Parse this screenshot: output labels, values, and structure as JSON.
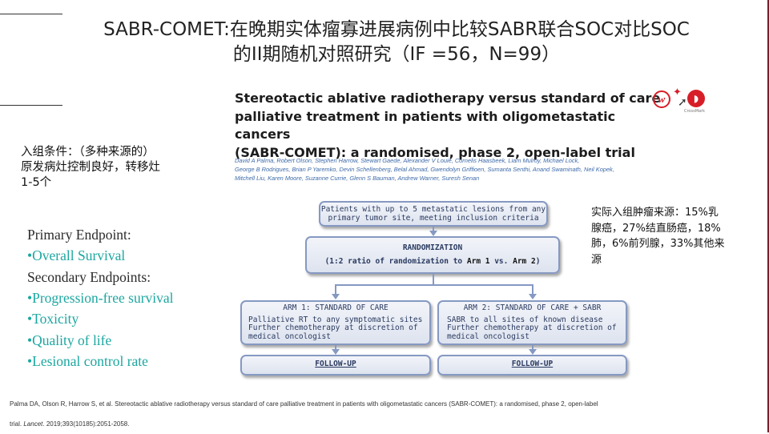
{
  "title": {
    "line1": "SABR-COMET:在晚期实体瘤寡进展病例中比较SABR联合SOC对比SOC",
    "line2": "的II期随机对照研究（IF =56，N=99）"
  },
  "inclusion": {
    "line1": "入组条件：（多种来源的）",
    "line2": "原发病灶控制良好，转移灶",
    "line3": "1-5个"
  },
  "endpoints": {
    "primary_heading": "Primary Endpoint:",
    "primary_items": [
      "•Overall Survival"
    ],
    "secondary_heading": "Secondary Endpoints:",
    "secondary_items": [
      "•Progression-free survival",
      "•Toxicity",
      "•Quality of life",
      "•Lesional control rate"
    ]
  },
  "paper": {
    "title_line1": "Stereotactic ablative radiotherapy versus standard of care",
    "title_line2": "palliative treatment in patients with oligometastatic cancers",
    "title_line3": "(SABR-COMET): a randomised, phase 2, open-label trial",
    "authors_line1": "David A Palma, Robert Olson, Stephen Harrow, Stewart Gaede, Alexander V Louie, Cornelis Haasbeek, Liam Mulroy, Michael Lock,",
    "authors_line2": "George B Rodrigues, Brian P Yaremko, Devin Schellenberg, Belal Ahmad, Gwendolyn Griffioen, Sumanta Senthi, Anand Swaminath, Neil Kopek,",
    "authors_line3": "Mitchell Liu, Karen Moore, Suzanne Currie, Glenn S Bauman, Andrew Warner, Suresh Senan",
    "crossmark_label": "CrossMark"
  },
  "flowchart": {
    "patients_line1": "Patients with up to 5 metastatic lesions from any",
    "patients_line2": "primary tumor site, meeting inclusion criteria",
    "randomization_title": "RANDOMIZATION",
    "randomization_pre": "(1:2 ratio of randomization to ",
    "randomization_arm1": "Arm 1",
    "randomization_mid": " vs. ",
    "randomization_arm2": "Arm 2",
    "randomization_post": ")",
    "arm1_title": "ARM 1: STANDARD OF CARE",
    "arm1_line1": "Palliative RT to any symptomatic sites",
    "arm1_line2": "Further chemotherapy at discretion of",
    "arm1_line3": "medical oncologist",
    "arm2_title": "ARM 2: STANDARD OF CARE + SABR",
    "arm2_line1": "SABR to all sites of known disease",
    "arm2_line2": "Further chemotherapy at discretion of",
    "arm2_line3": "medical oncologist",
    "followup_left": "FOLLOW-UP",
    "followup_right": "FOLLOW-UP"
  },
  "sources_note": {
    "line1": "实际入组肿瘤来源：15%乳",
    "line2": "腺癌，27%结直肠癌，18%",
    "line3": "肺，6%前列腺，33%其他来",
    "line4": "源"
  },
  "citation": {
    "line1": "Palma DA, Olson R, Harrow S, et al. Stereotactic ablative radiotherapy versus standard of care palliative treatment in patients with oligometastatic cancers (SABR-COMET): a randomised, phase 2, open-label",
    "line2_pre": "trial. ",
    "journal": "Lancet",
    "line2_post": ". 2019;393(10185):2051-2058."
  },
  "colors": {
    "accent_teal": "#1ba7a0",
    "author_blue": "#3d6aa9",
    "flow_border": "#8599c2",
    "flow_text": "#2a3a60",
    "brand_red": "#d71e28",
    "side_bar": "#7a1f2b"
  },
  "icons": [
    "wiley-badge-icon",
    "star-icon",
    "cursor-icon",
    "crossmark-icon"
  ]
}
